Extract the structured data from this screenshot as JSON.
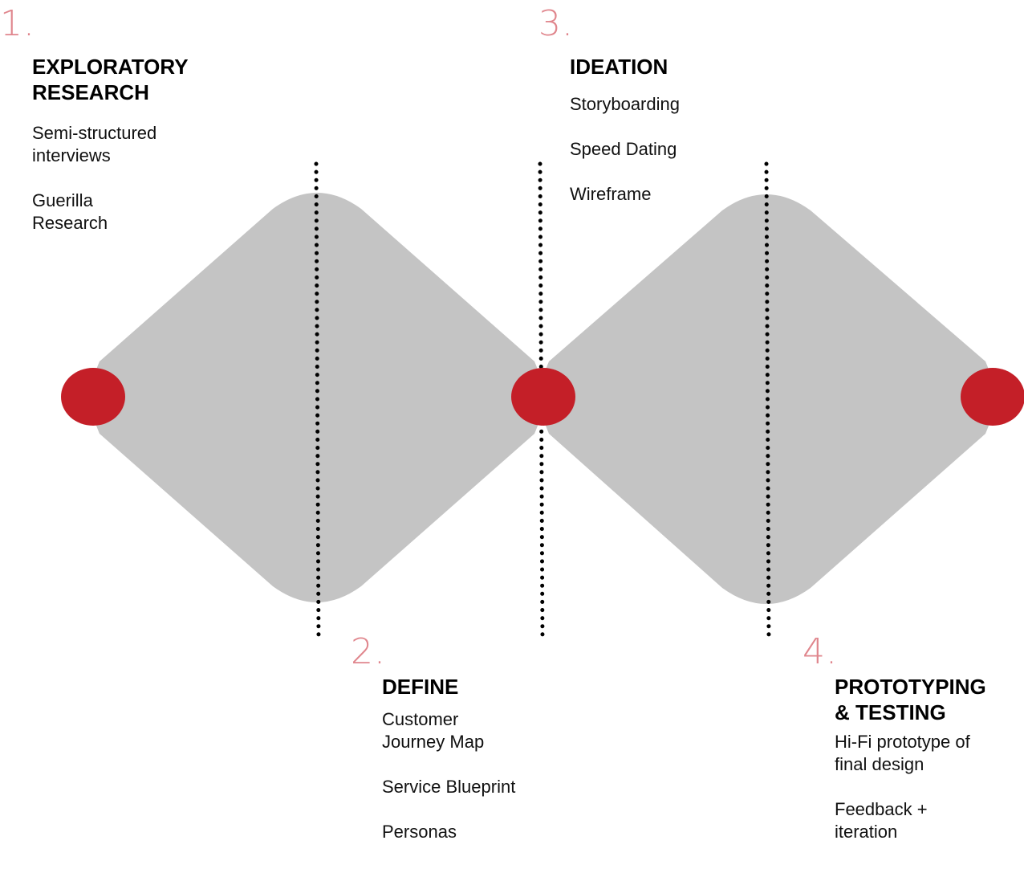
{
  "colors": {
    "accent": "#c41f28",
    "step_number": "#e0868d",
    "diamond_fill": "#c4c4c4",
    "divider": "#000000"
  },
  "phases": [
    {
      "number": "1.",
      "title": "EXPLORATORY\nRESEARCH",
      "methods": [
        "Semi-structured\ninterviews",
        "Guerilla\nResearch"
      ]
    },
    {
      "number": "2.",
      "title": "DEFINE",
      "methods": [
        "Customer\nJourney Map",
        "Service Blueprint",
        "Personas"
      ]
    },
    {
      "number": "3.",
      "title": "IDEATION",
      "methods": [
        "Storyboarding",
        "Speed Dating",
        "Wireframe"
      ]
    },
    {
      "number": "4.",
      "title": "PROTOTYPING\n& TESTING",
      "methods": [
        "Hi-Fi prototype of\nfinal design",
        "Feedback +\niteration"
      ]
    }
  ]
}
